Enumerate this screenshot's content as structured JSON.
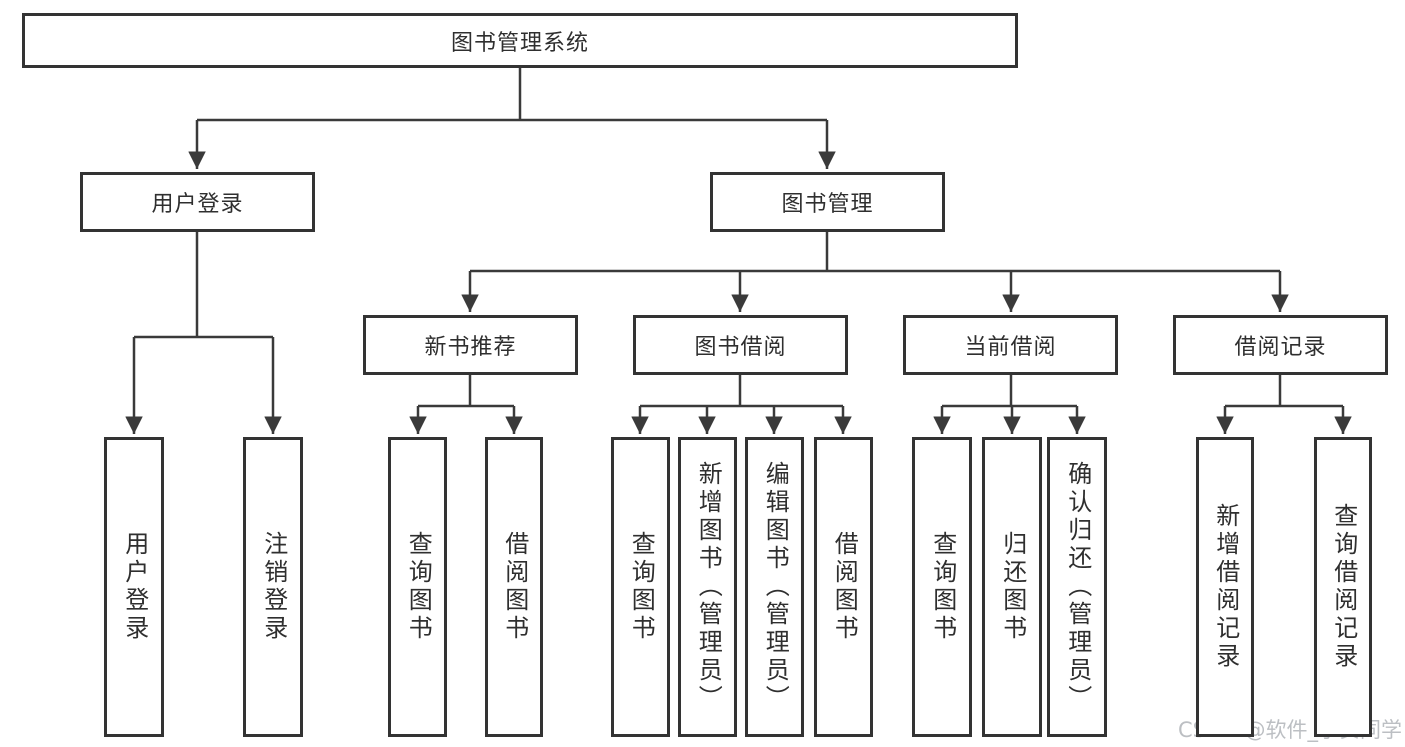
{
  "diagram": {
    "type": "tree",
    "root": {
      "label": "图书管理系统",
      "children": [
        {
          "label": "用户登录",
          "children": [
            {
              "label": "用户登录"
            },
            {
              "label": "注销登录"
            }
          ]
        },
        {
          "label": "图书管理",
          "children": [
            {
              "label": "新书推荐",
              "children": [
                {
                  "label": "查询图书"
                },
                {
                  "label": "借阅图书"
                }
              ]
            },
            {
              "label": "图书借阅",
              "children": [
                {
                  "label": "查询图书"
                },
                {
                  "label": "新增图书（管理员）"
                },
                {
                  "label": "编辑图书（管理员）"
                },
                {
                  "label": "借阅图书"
                }
              ]
            },
            {
              "label": "当前借阅",
              "children": [
                {
                  "label": "查询图书"
                },
                {
                  "label": "归还图书"
                },
                {
                  "label": "确认归还（管理员）"
                }
              ]
            },
            {
              "label": "借阅记录",
              "children": [
                {
                  "label": "新增借阅记录"
                },
                {
                  "label": "查询借阅记录"
                }
              ]
            }
          ]
        }
      ]
    }
  },
  "watermark": {
    "text": "CSDN @软件_小贺同学"
  },
  "colors": {
    "line": "#3a3a3a",
    "border": "#333333",
    "text": "#2f2f2f",
    "background": "#ffffff",
    "watermark": "#bcbfc3"
  }
}
